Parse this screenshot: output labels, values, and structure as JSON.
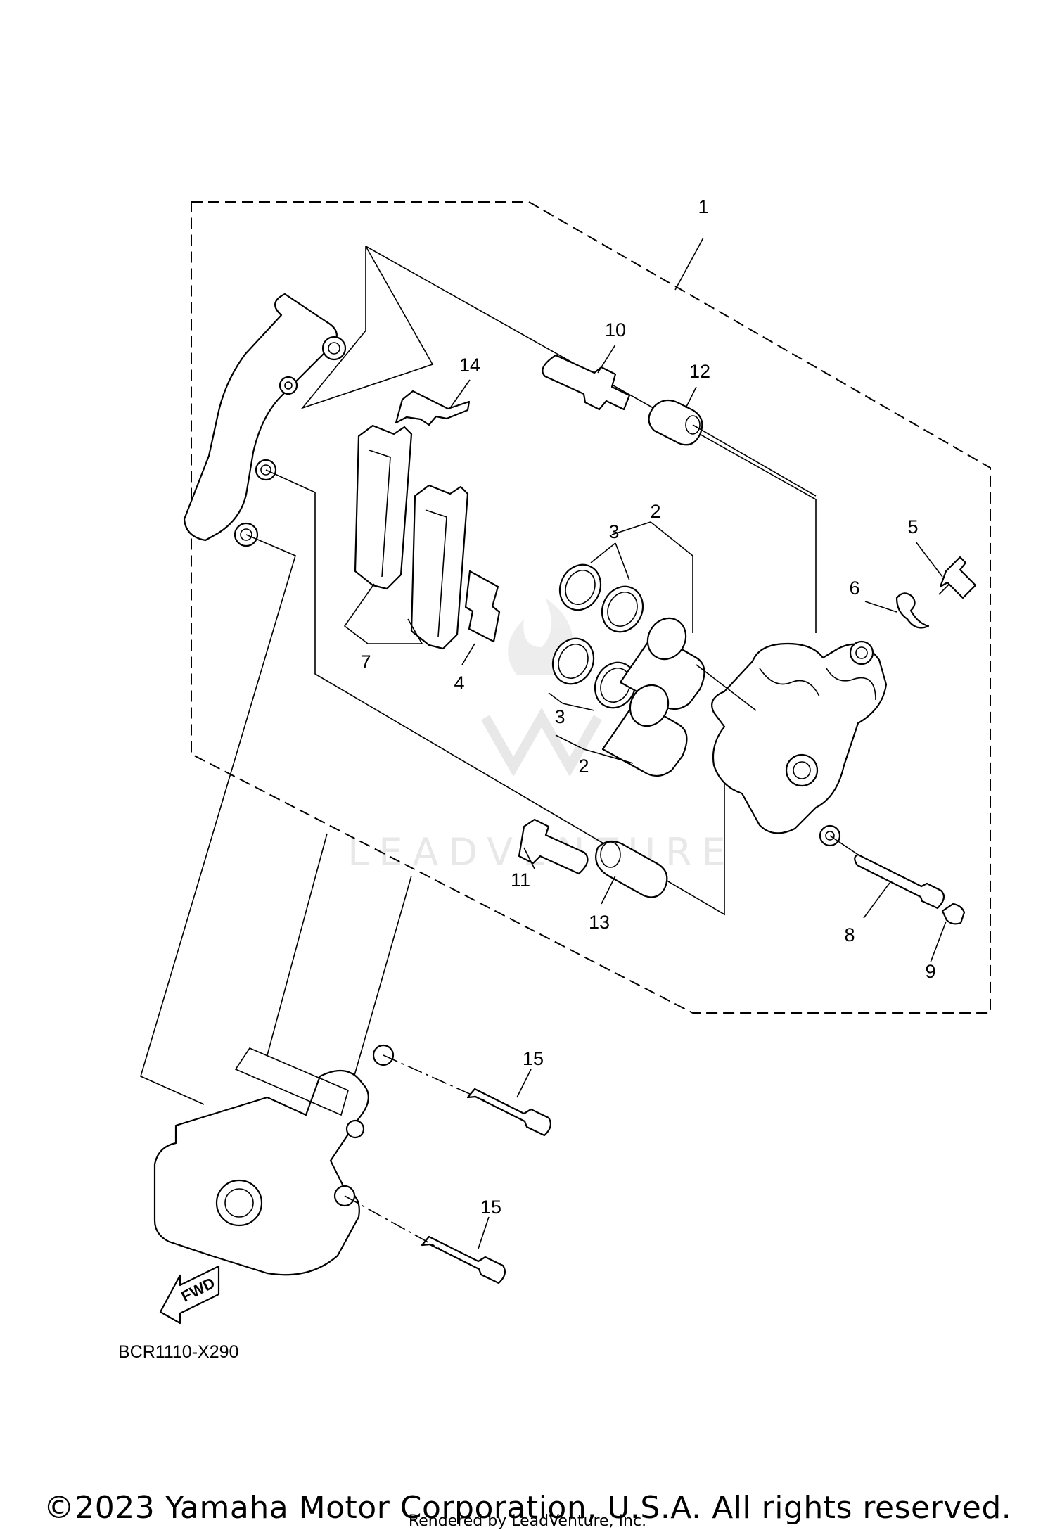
{
  "diagram": {
    "code": "BCR1110-X290",
    "fwd_label": "FWD",
    "watermark_text": "LEADVENTURE",
    "callouts": [
      "1",
      "10",
      "12",
      "14",
      "2",
      "3",
      "5",
      "6",
      "7",
      "4",
      "3",
      "2",
      "11",
      "13",
      "8",
      "9",
      "15",
      "15"
    ]
  },
  "footer": {
    "copyright": "©2023 Yamaha Motor Corporation, U.S.A. All rights reserved.",
    "render_credit": "Rendered by LeadVenture, Inc."
  }
}
